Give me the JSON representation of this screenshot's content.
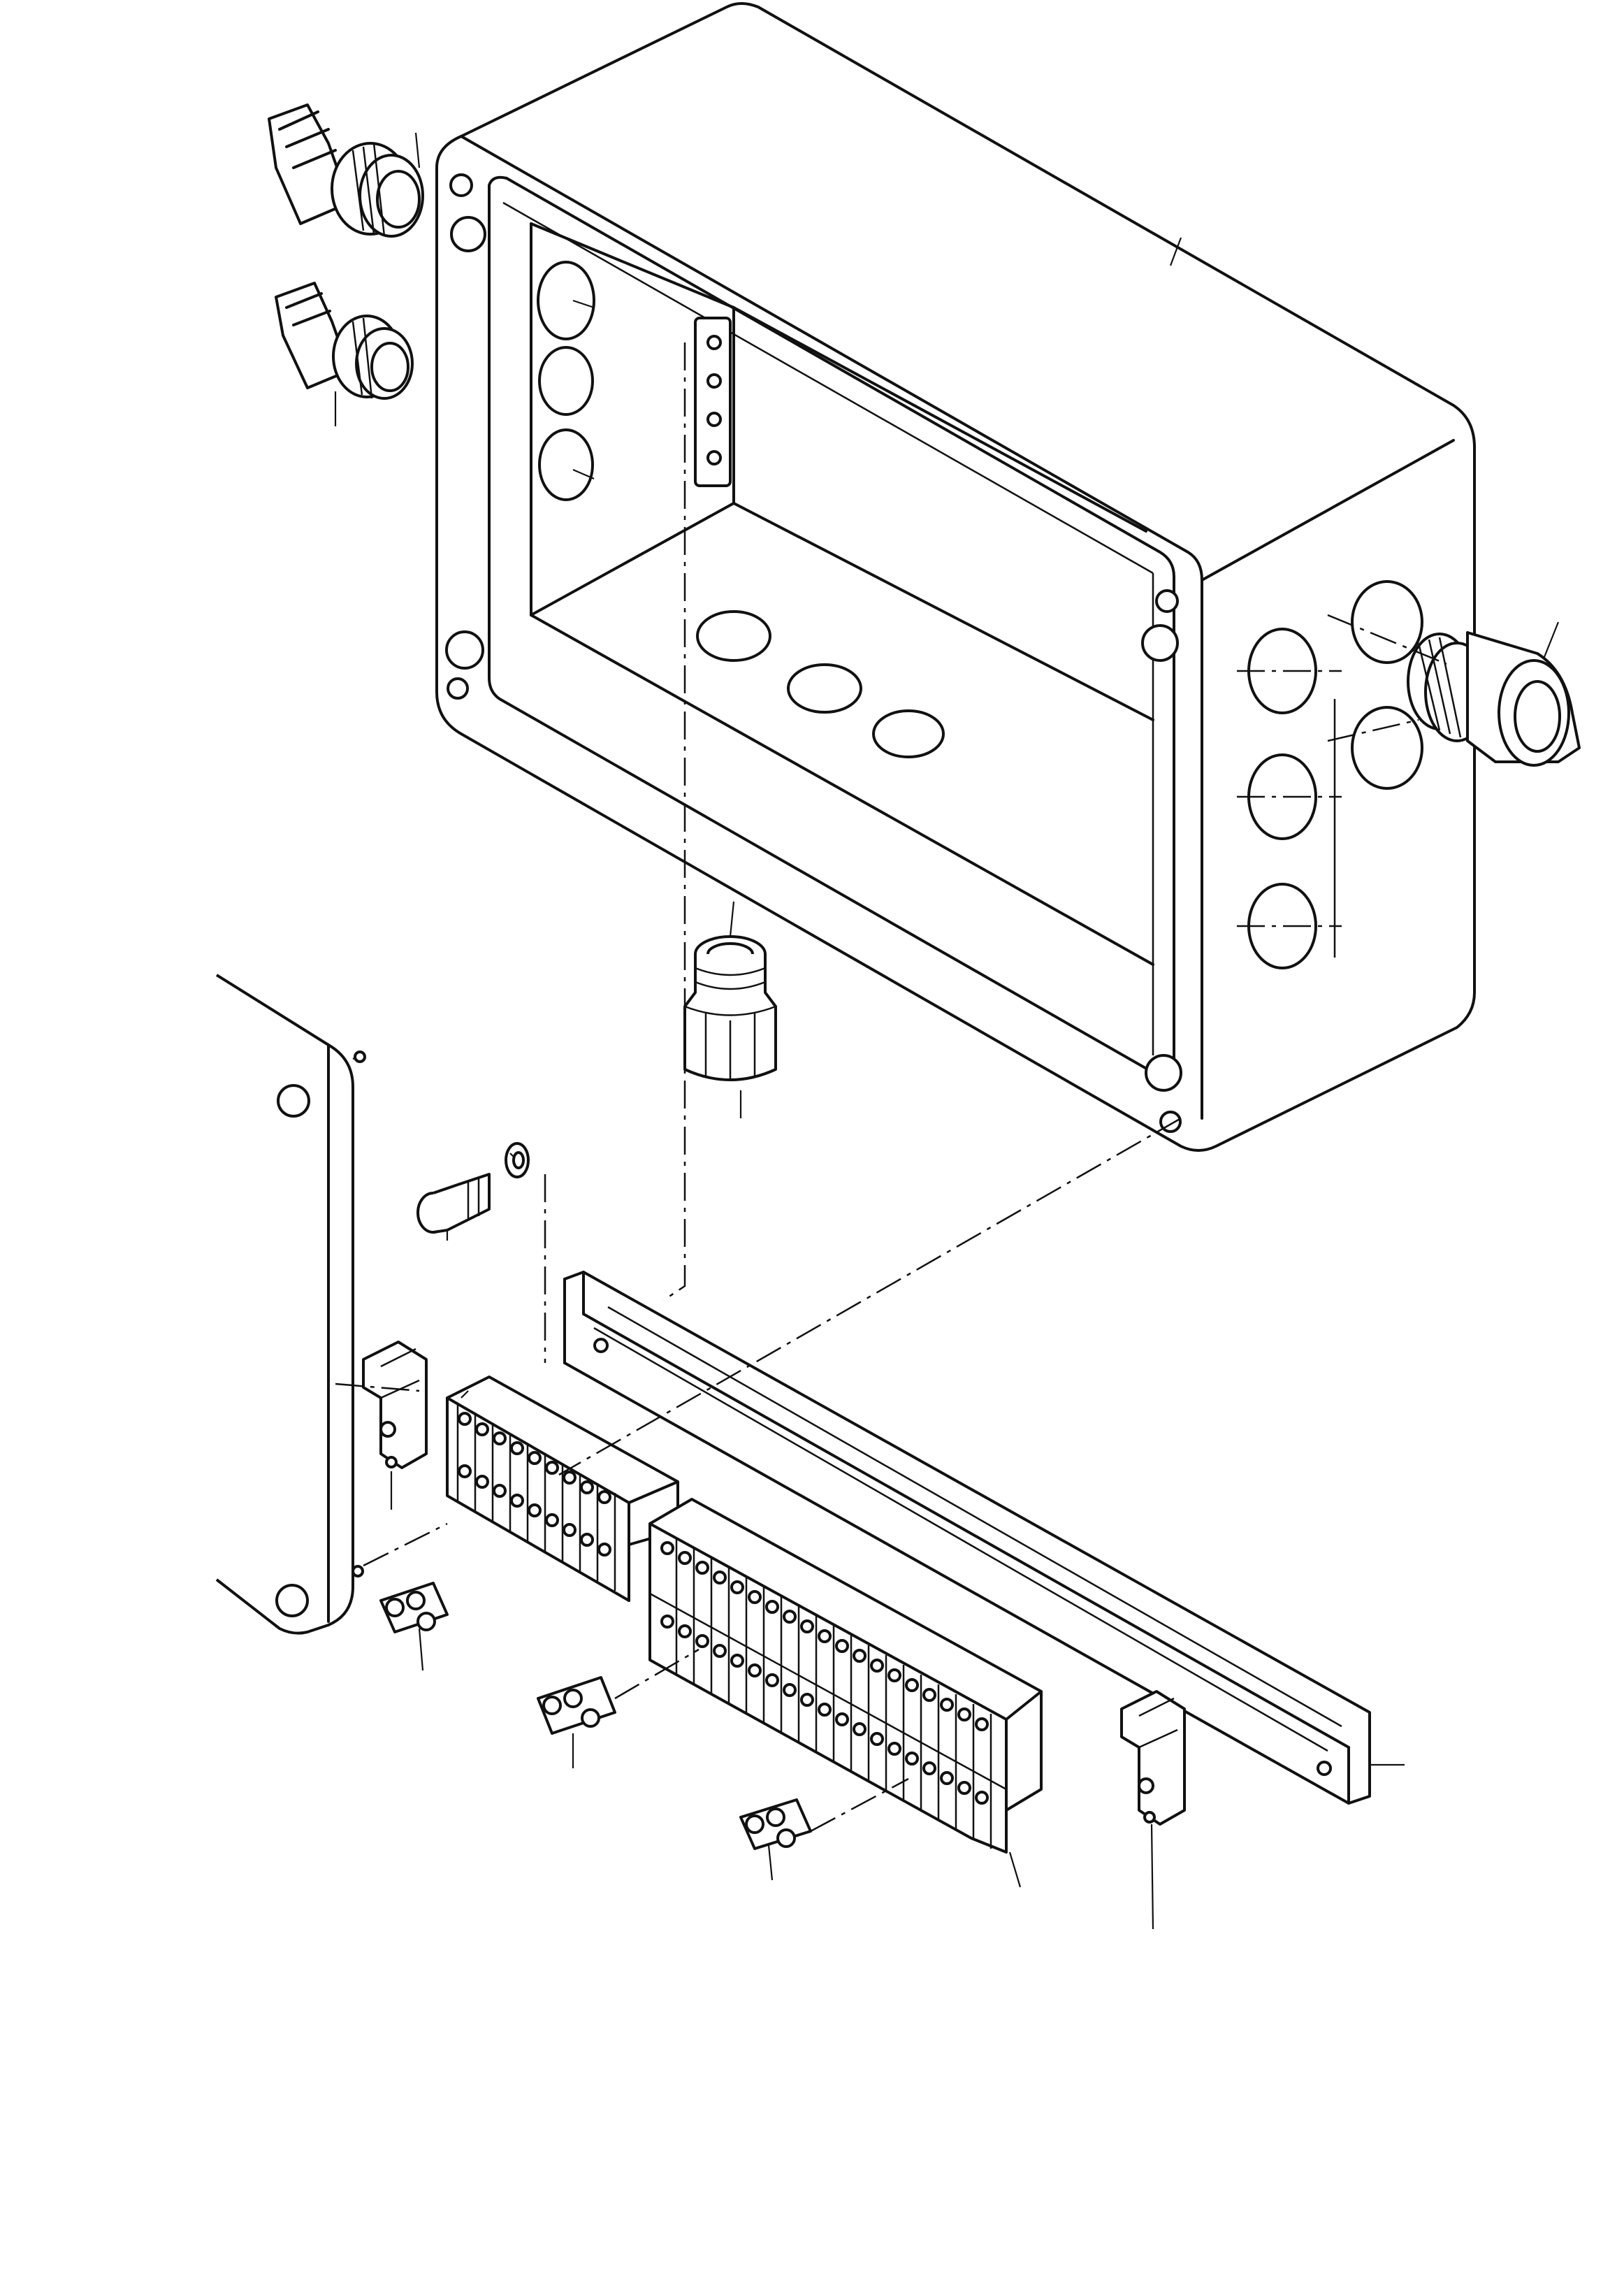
{
  "figure": {
    "type": "exploded-assembly-drawing",
    "text_labels": [],
    "line_color": "#111111",
    "background_color": "#ffffff",
    "icons": [
      "enclosure-box",
      "enclosure-lid",
      "cable-gland",
      "mounting-screw",
      "washer",
      "din-rail",
      "end-bracket",
      "terminal-block",
      "jumper-bar"
    ]
  }
}
